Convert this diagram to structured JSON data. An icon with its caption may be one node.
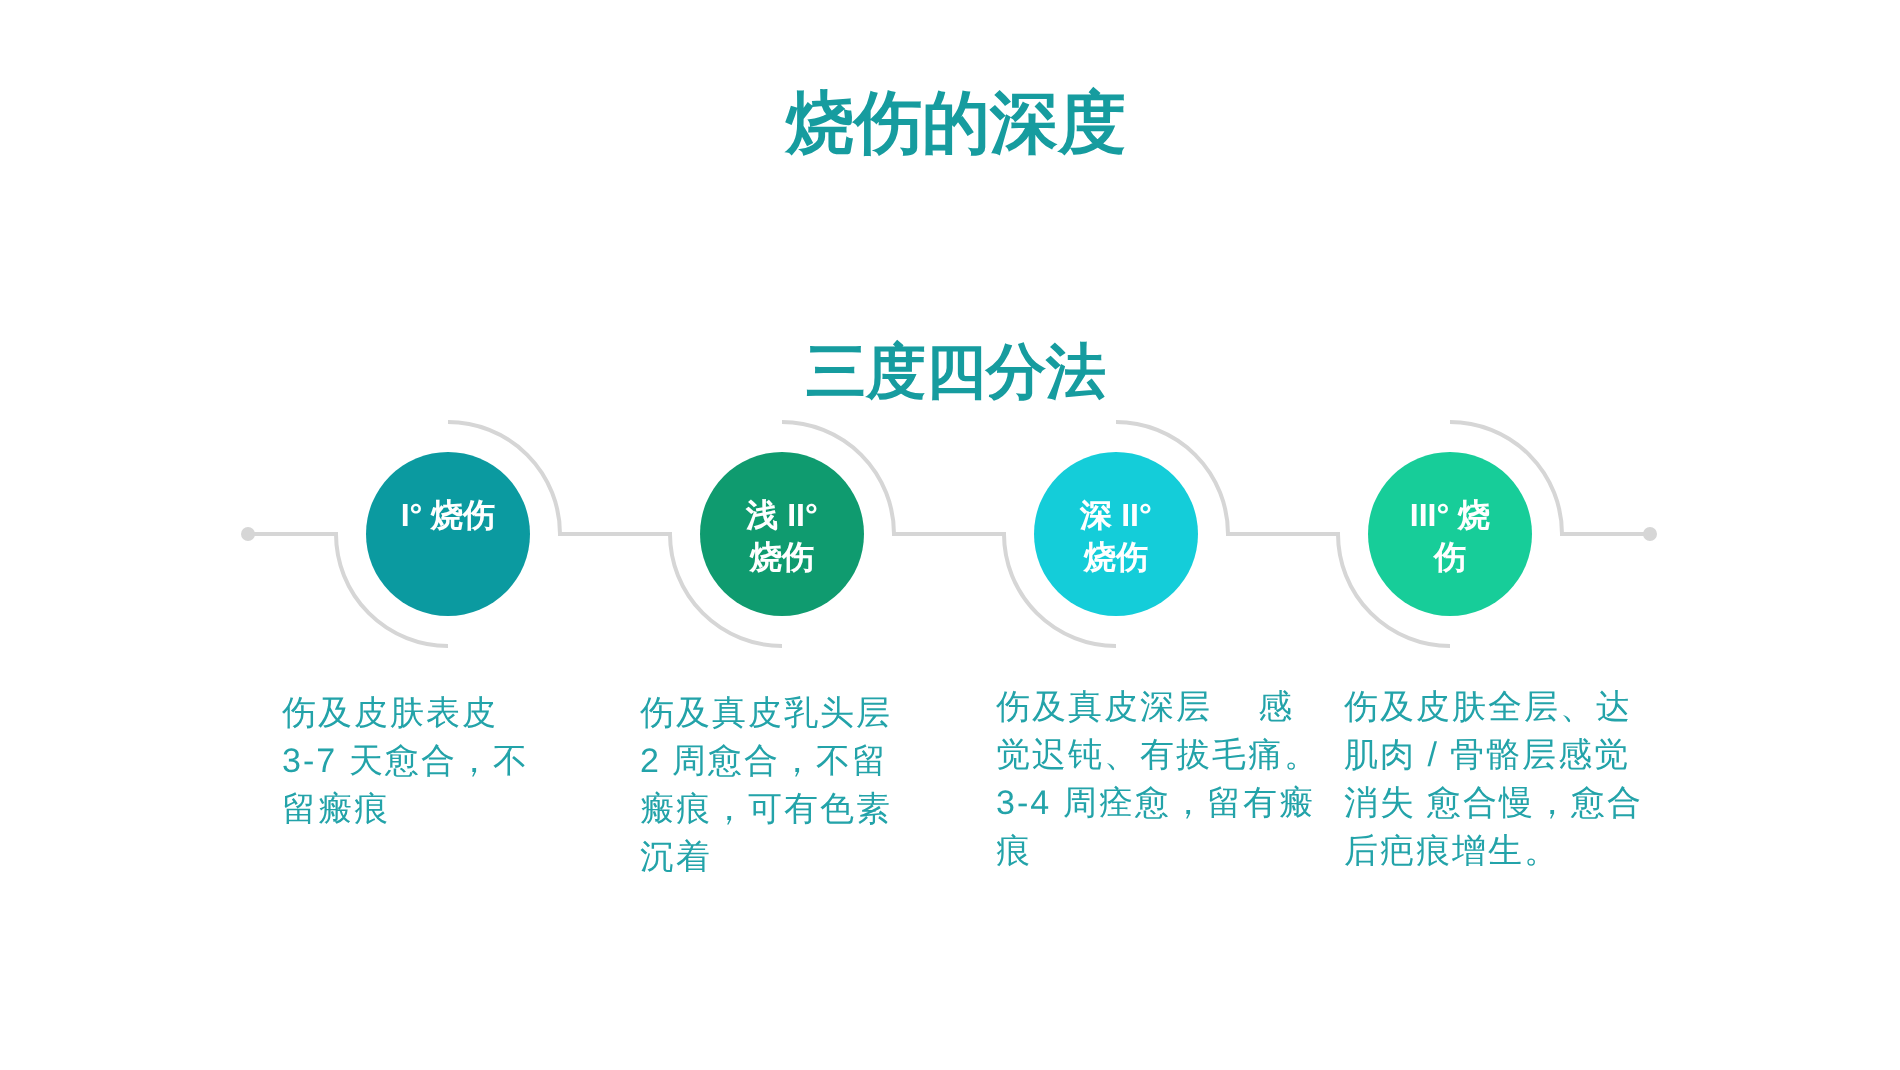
{
  "diagram": {
    "title": "烧伤的深度",
    "nodes": [
      {
        "text": [
          "I° 烧伤"
        ],
        "beside": [
          "伤及皮肤表皮3-7 天愈合，不留瘢痕"
        ]
      },
      {
        "text": [
          "浅 II° 烧伤"
        ],
        "beside": [
          "伤及真皮乳头层 2 周愈合，不留瘢痕，可有色素沉着"
        ]
      },
      {
        "text": [
          "深 II° 烧伤"
        ],
        "beside": [
          "伤及真皮深层    感觉迟钝、有拔毛痛。3-4 周痊愈，留有瘢痕"
        ]
      },
      {
        "text": [
          "III° 烧伤"
        ],
        "beside": [
          "伤及皮肤全层、达肌肉 / 骨骼层感觉消失 愈合慢，愈合后疤痕增生。"
        ]
      }
    ],
    "edges": [
      {
        "from": null,
        "to": 0,
        "arrow": "other"
      },
      {
        "from": 0,
        "to": 1,
        "arrow": "none"
      },
      {
        "from": 1,
        "to": 2,
        "arrow": "none"
      },
      {
        "from": 2,
        "to": 3,
        "arrow": "none"
      },
      {
        "from": 3,
        "to": null,
        "arrow": "other"
      }
    ],
    "labels": [
      "三度四分法"
    ]
  }
}
